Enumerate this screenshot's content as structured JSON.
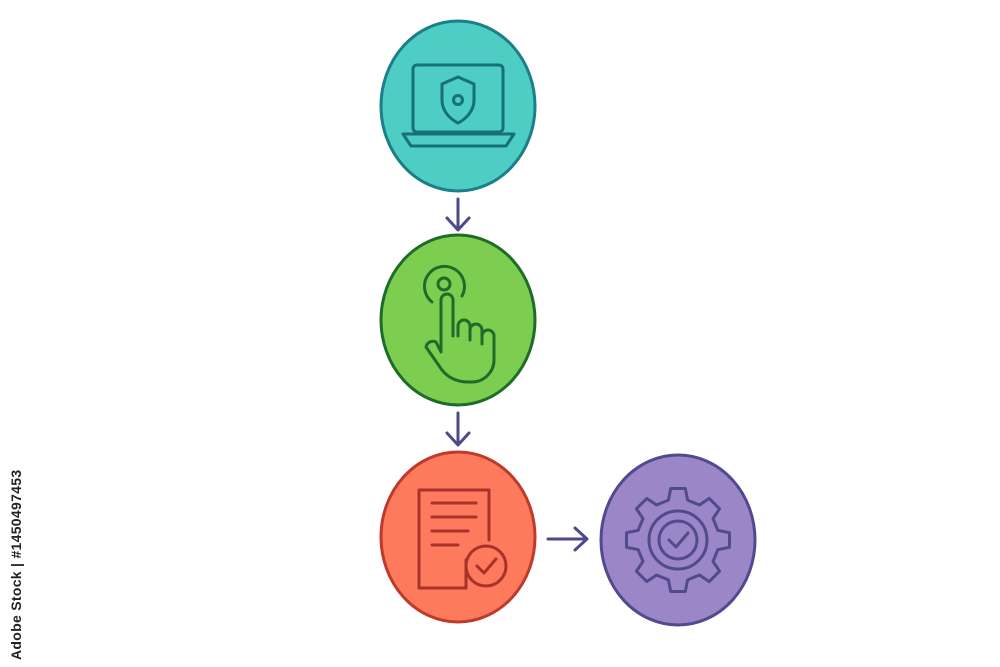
{
  "colors": {
    "background": "#ffffff",
    "arrow": "#4e4a8a",
    "node_secure_device_fill": "#4ecdc4",
    "node_secure_device_stroke": "#1a7f86",
    "node_secure_device_icon": "#167078",
    "node_touch_fill": "#7ccd50",
    "node_touch_stroke": "#1f6b2a",
    "node_touch_icon": "#1f6b2a",
    "node_document_fill": "#fe7a5c",
    "node_document_stroke": "#c0392b",
    "node_document_icon": "#a8322a",
    "node_gear_fill": "#9b86c8",
    "node_gear_stroke": "#514a8e",
    "node_gear_icon": "#514a8e"
  },
  "nodes": [
    {
      "id": "secure-device",
      "icon": "laptop-shield-icon"
    },
    {
      "id": "touch",
      "icon": "finger-tap-icon"
    },
    {
      "id": "document",
      "icon": "document-check-icon"
    },
    {
      "id": "settings",
      "icon": "gear-check-icon"
    }
  ],
  "watermark": {
    "text": "Adobe Stock | #1450497453"
  }
}
